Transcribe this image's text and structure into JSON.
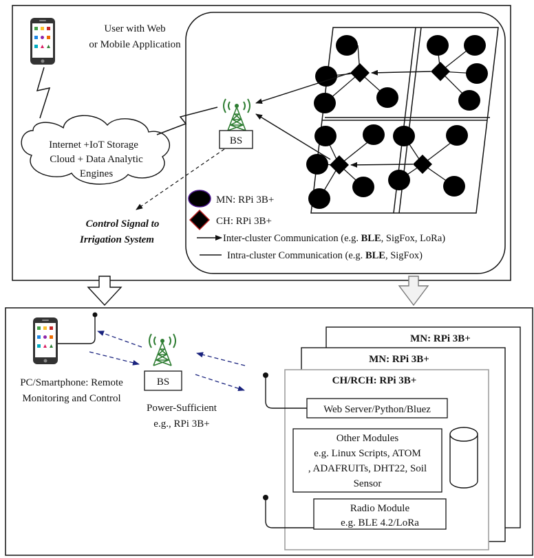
{
  "top_panel": {
    "user_label_line1": "User with Web",
    "user_label_line2": "or Mobile Application",
    "cloud_line1": "Internet +IoT Storage",
    "cloud_line2": "Cloud + Data Analytic",
    "cloud_line3": "Engines",
    "bs_label": "BS",
    "control_line1": "Control Signal to",
    "control_line2": "Irrigation System",
    "legend": {
      "mn": "MN: RPi 3B+",
      "ch": "CH: RPi 3B+",
      "inter_prefix": "Inter-cluster Communication  (e.g. ",
      "inter_bold": "BLE",
      "inter_suffix": ", SigFox, LoRa)",
      "intra_prefix": "Intra-cluster Communication (e.g. ",
      "intra_bold": "BLE",
      "intra_suffix": ", SigFox)"
    }
  },
  "bottom_panel": {
    "pc_line1": "PC/Smartphone: Remote",
    "pc_line2": "Monitoring and Control",
    "bs_label": "BS",
    "bs_caption_line1": "Power-Sufficient",
    "bs_caption_line2": "e.g., RPi 3B+",
    "mn_back": "MN: RPi 3B+",
    "mn_mid": "MN: RPi 3B+",
    "ch_front": "CH/RCH: RPi 3B+",
    "web_server": "Web Server/Python/Bluez",
    "other_line1": "Other Modules",
    "other_line2": "e.g. Linux Scripts, ATOM",
    "other_line3": ", ADAFRUITs, DHT22, Soil",
    "other_line4": "Sensor",
    "radio_line1": "Radio Module",
    "radio_line2": "e.g. BLE 4.2/LoRa"
  },
  "colors": {
    "tower": "#2e7d32",
    "wave": "#2e7d32",
    "bottom_arrow": "#1a237e",
    "ch_border": "#b71c1c",
    "mn_legend_border": "#4a148c",
    "box_gray": "#9e9e9e"
  }
}
